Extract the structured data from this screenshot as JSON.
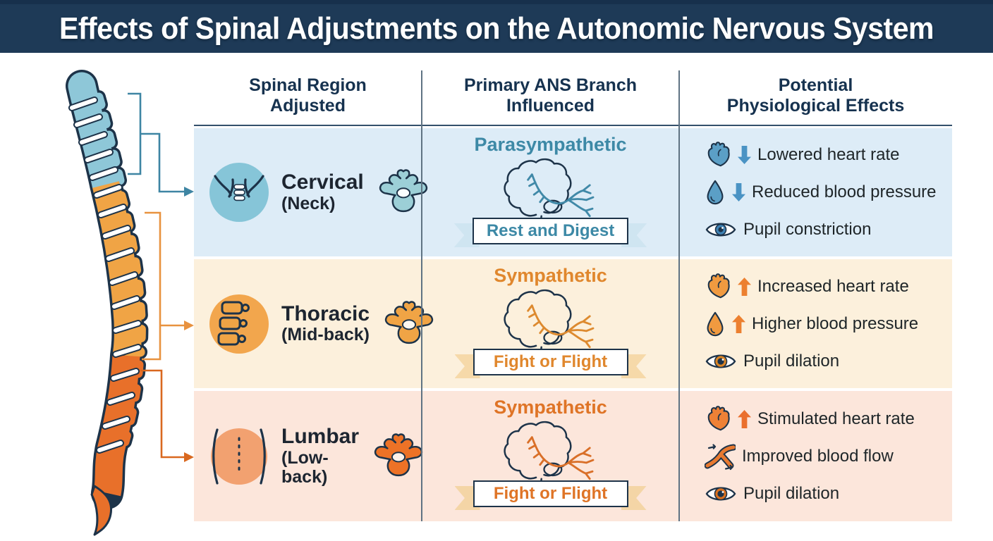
{
  "title": "Effects of Spinal Adjustments on the Autonomic Nervous System",
  "columns": [
    {
      "label": "Spinal Region Adjusted"
    },
    {
      "label": "Primary ANS Branch Influenced"
    },
    {
      "label": "Potential Physiological Effects"
    }
  ],
  "rows": [
    {
      "region_name": "Cervical",
      "region_sub": "(Neck)",
      "region_icon": "neck-icon",
      "branch": "Parasympathetic",
      "branch_icon": "brain-nerves-icon",
      "ribbon": "Rest and Digest",
      "effects": [
        {
          "icon": "heart-icon",
          "trend": "down",
          "arrow_class": "trend-arrow trend-down",
          "text": "Lowered heart rate"
        },
        {
          "icon": "droplet-icon",
          "trend": "down",
          "arrow_class": "trend-arrow trend-down",
          "text": "Reduced blood pressure"
        },
        {
          "icon": "eye-icon",
          "trend": "none",
          "arrow_class": "trend-arrow trend-none",
          "text": "Pupil constriction"
        }
      ]
    },
    {
      "region_name": "Thoracic",
      "region_sub": "(Mid-back)",
      "region_icon": "spine-segments-icon",
      "branch": "Sympathetic",
      "branch_icon": "brain-nerves-icon",
      "ribbon": "Fight or Flight",
      "effects": [
        {
          "icon": "heart-icon",
          "trend": "up",
          "arrow_class": "trend-arrow",
          "text": "Increased heart rate"
        },
        {
          "icon": "droplet-icon",
          "trend": "up",
          "arrow_class": "trend-arrow",
          "text": "Higher blood pressure"
        },
        {
          "icon": "eye-icon",
          "trend": "none",
          "arrow_class": "trend-arrow trend-none",
          "text": "Pupil dilation"
        }
      ]
    },
    {
      "region_name": "Lumbar",
      "region_sub": "(Low-back)",
      "region_icon": "lower-back-icon",
      "branch": "Sympathetic",
      "branch_icon": "brain-nerves-icon",
      "ribbon": "Fight or Flight",
      "effects": [
        {
          "icon": "heart-icon",
          "trend": "up",
          "arrow_class": "trend-arrow",
          "text": "Stimulated heart rate"
        },
        {
          "icon": "blood-vessel-icon",
          "trend": "none",
          "arrow_class": "trend-arrow trend-none",
          "text": "Improved blood flow"
        },
        {
          "icon": "eye-icon",
          "trend": "none",
          "arrow_class": "trend-arrow trend-none",
          "text": "Pupil dilation"
        }
      ]
    }
  ],
  "spine": {
    "segments": [
      {
        "name": "cervical",
        "color": "#8ec7d8",
        "bracket_color": "#3e85a3"
      },
      {
        "name": "thoracic",
        "color": "#f0a445",
        "bracket_color": "#e8923f"
      },
      {
        "name": "lumbar",
        "color": "#e8702a",
        "bracket_color": "#d9681f"
      }
    ]
  },
  "colors": {
    "header_bg": "#1e3a57",
    "heading_text": "#16324f",
    "row1_bg": "#ddecf7",
    "row2_bg": "#fcf0dc",
    "row3_bg": "#fce6db",
    "teal_accent": "#3d89a6",
    "orange_accent": "#e0872d",
    "deep_orange_accent": "#df7426",
    "ink": "#1d3349"
  }
}
